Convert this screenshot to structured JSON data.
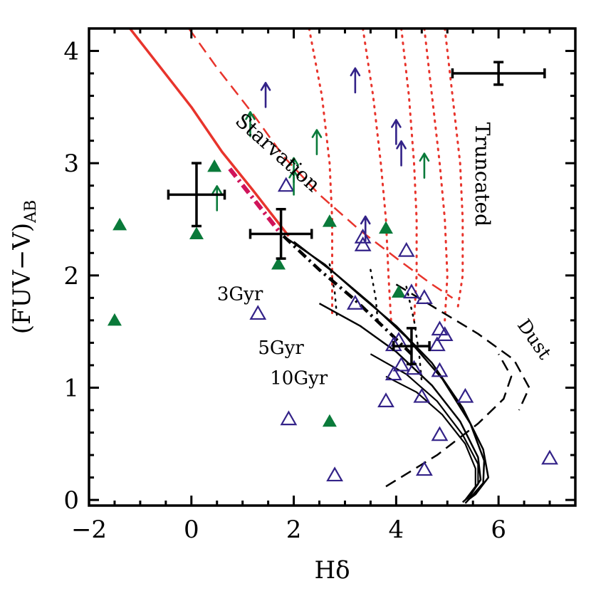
{
  "chart_data": {
    "type": "scatter",
    "xlabel": "Hδ",
    "ylabel_main": "(FUV−V)",
    "ylabel_sub": "AB",
    "xlim": [
      -2,
      7.5
    ],
    "ylim": [
      -0.05,
      4.2
    ],
    "x_ticks": [
      -2,
      0,
      2,
      4,
      6
    ],
    "y_ticks": [
      0,
      1,
      2,
      3,
      4
    ],
    "x_tick_labels": [
      "−2",
      "0",
      "2",
      "4",
      "6"
    ],
    "y_tick_labels": [
      "0",
      "1",
      "2",
      "3",
      "4"
    ],
    "annotations": [
      {
        "text": "Starvation",
        "x": 1.6,
        "y": 3.05,
        "angle": 42,
        "size": "big"
      },
      {
        "text": "Truncated",
        "x": 5.55,
        "y": 2.9,
        "angle": 90,
        "size": "big"
      },
      {
        "text": "Dust",
        "x": 6.6,
        "y": 1.4,
        "angle": 55,
        "size": "small"
      },
      {
        "text": "3Gyr",
        "x": 0.95,
        "y": 1.78,
        "angle": 0,
        "size": "small"
      },
      {
        "text": "5Gyr",
        "x": 1.75,
        "y": 1.3,
        "angle": 0,
        "size": "small"
      },
      {
        "text": "10Gyr",
        "x": 2.1,
        "y": 1.03,
        "angle": 0,
        "size": "small"
      }
    ],
    "colors": {
      "green": "#0a7a3a",
      "blue": "#332288",
      "red": "#e8342c",
      "magenta": "#d0145a",
      "black": "#000000"
    },
    "series": [
      {
        "marker": "filled-triangle",
        "color": "#0a7a3a",
        "points": [
          [
            -1.4,
            2.45
          ],
          [
            -1.5,
            1.6
          ],
          [
            0.1,
            2.37
          ],
          [
            0.45,
            2.97
          ],
          [
            1.7,
            2.1
          ],
          [
            2.7,
            2.48
          ],
          [
            3.8,
            2.42
          ],
          [
            4.05,
            1.85
          ],
          [
            2.7,
            0.7
          ]
        ]
      },
      {
        "marker": "open-triangle",
        "color": "#332288",
        "points": [
          [
            1.3,
            1.66
          ],
          [
            1.85,
            2.8
          ],
          [
            3.35,
            2.34
          ],
          [
            3.35,
            2.27
          ],
          [
            3.2,
            1.75
          ],
          [
            4.2,
            2.22
          ],
          [
            4.3,
            1.85
          ],
          [
            4.55,
            1.8
          ],
          [
            4.85,
            1.52
          ],
          [
            4.95,
            1.47
          ],
          [
            4.05,
            1.42
          ],
          [
            3.95,
            1.38
          ],
          [
            4.8,
            1.38
          ],
          [
            4.1,
            1.2
          ],
          [
            3.95,
            1.12
          ],
          [
            4.35,
            1.17
          ],
          [
            4.85,
            1.15
          ],
          [
            3.8,
            0.88
          ],
          [
            4.5,
            0.92
          ],
          [
            5.35,
            0.92
          ],
          [
            4.85,
            0.58
          ],
          [
            1.9,
            0.72
          ],
          [
            2.8,
            0.22
          ],
          [
            4.55,
            0.27
          ],
          [
            7.0,
            0.37
          ]
        ]
      },
      {
        "marker": "arrow-up",
        "color": "#332288",
        "points": [
          [
            1.45,
            3.5
          ],
          [
            3.2,
            3.63
          ],
          [
            4.0,
            3.17
          ],
          [
            4.1,
            2.98
          ],
          [
            3.4,
            2.31
          ]
        ]
      },
      {
        "marker": "arrow-up",
        "color": "#0a7a3a",
        "points": [
          [
            1.15,
            3.24
          ],
          [
            2.45,
            3.08
          ],
          [
            2.0,
            2.83
          ],
          [
            2.0,
            2.72
          ],
          [
            0.5,
            2.58
          ],
          [
            4.55,
            2.87
          ]
        ]
      },
      {
        "marker": "error-bar",
        "color": "#000000",
        "points": [
          {
            "x": 0.1,
            "y": 2.72,
            "xerr": 0.55,
            "yerr": 0.28
          },
          {
            "x": 1.75,
            "y": 2.37,
            "xerr": 0.6,
            "yerr": 0.22
          },
          {
            "x": 4.3,
            "y": 1.37,
            "xerr": 0.35,
            "yerr": 0.16
          },
          {
            "x": 6.0,
            "y": 3.8,
            "xerr": 0.9,
            "yerr": 0.1
          }
        ]
      }
    ],
    "tracks": [
      {
        "style": "solid",
        "color": "#e8342c",
        "width": 3.5,
        "points": [
          [
            -1.2,
            4.2
          ],
          [
            -0.6,
            3.85
          ],
          [
            0,
            3.5
          ],
          [
            0.6,
            3.1
          ],
          [
            1.2,
            2.76
          ],
          [
            1.9,
            2.35
          ]
        ]
      },
      {
        "style": "dashdot",
        "color": "#d0145a",
        "width": 6,
        "points": [
          [
            0.75,
            2.95
          ],
          [
            1.25,
            2.66
          ],
          [
            1.7,
            2.4
          ]
        ]
      },
      {
        "style": "dashed",
        "color": "#e8342c",
        "width": 2.5,
        "points": [
          [
            -0.05,
            4.2
          ],
          [
            0.5,
            3.85
          ],
          [
            1.2,
            3.44
          ],
          [
            1.8,
            3.06
          ],
          [
            2.5,
            2.72
          ],
          [
            3.3,
            2.4
          ],
          [
            4.1,
            2.12
          ],
          [
            4.7,
            1.92
          ],
          [
            5.1,
            1.8
          ]
        ]
      },
      {
        "style": "dotted",
        "color": "#e8342c",
        "width": 3,
        "points": [
          [
            2.3,
            4.2
          ],
          [
            2.55,
            3.6
          ],
          [
            2.7,
            3.0
          ],
          [
            2.75,
            2.5
          ],
          [
            2.75,
            2.0
          ],
          [
            2.75,
            1.65
          ]
        ]
      },
      {
        "style": "dotted",
        "color": "#e8342c",
        "width": 3,
        "points": [
          [
            3.35,
            4.2
          ],
          [
            3.55,
            3.6
          ],
          [
            3.7,
            3.0
          ],
          [
            3.8,
            2.5
          ],
          [
            3.85,
            2.0
          ],
          [
            3.9,
            1.6
          ]
        ]
      },
      {
        "style": "dotted",
        "color": "#e8342c",
        "width": 3,
        "points": [
          [
            4.1,
            4.2
          ],
          [
            4.25,
            3.6
          ],
          [
            4.35,
            3.0
          ],
          [
            4.4,
            2.5
          ],
          [
            4.4,
            2.0
          ],
          [
            4.35,
            1.6
          ]
        ]
      },
      {
        "style": "dotted",
        "color": "#e8342c",
        "width": 3,
        "points": [
          [
            4.55,
            4.2
          ],
          [
            4.7,
            3.6
          ],
          [
            4.85,
            3.0
          ],
          [
            4.95,
            2.5
          ],
          [
            5.0,
            2.0
          ],
          [
            4.95,
            1.6
          ]
        ]
      },
      {
        "style": "dotted",
        "color": "#e8342c",
        "width": 3,
        "points": [
          [
            4.95,
            4.2
          ],
          [
            5.1,
            3.6
          ],
          [
            5.25,
            3.0
          ],
          [
            5.3,
            2.5
          ],
          [
            5.3,
            2.0
          ],
          [
            5.2,
            1.7
          ]
        ]
      },
      {
        "style": "solid",
        "color": "#000000",
        "width": 2.5,
        "points": [
          [
            1.8,
            2.35
          ],
          [
            2.6,
            2.1
          ],
          [
            3.3,
            1.82
          ],
          [
            4.0,
            1.55
          ],
          [
            4.7,
            1.22
          ],
          [
            5.3,
            0.82
          ],
          [
            5.7,
            0.45
          ],
          [
            5.8,
            0.2
          ],
          [
            5.55,
            0.05
          ],
          [
            5.4,
            0.0
          ]
        ]
      },
      {
        "style": "solid",
        "color": "#000000",
        "width": 2.5,
        "points": [
          [
            2.0,
            2.3
          ],
          [
            2.8,
            2.02
          ],
          [
            3.5,
            1.75
          ],
          [
            4.2,
            1.45
          ],
          [
            4.9,
            1.08
          ],
          [
            5.45,
            0.68
          ],
          [
            5.72,
            0.35
          ],
          [
            5.7,
            0.15
          ],
          [
            5.45,
            0.02
          ],
          [
            5.35,
            -0.03
          ]
        ]
      },
      {
        "style": "solid",
        "color": "#000000",
        "width": 2.5,
        "points": [
          [
            2.5,
            1.75
          ],
          [
            3.3,
            1.55
          ],
          [
            4.0,
            1.32
          ],
          [
            4.7,
            1.02
          ],
          [
            5.25,
            0.7
          ],
          [
            5.6,
            0.38
          ],
          [
            5.65,
            0.18
          ],
          [
            5.45,
            0.04
          ],
          [
            5.3,
            -0.02
          ]
        ]
      },
      {
        "style": "solid",
        "color": "#000000",
        "width": 2.2,
        "points": [
          [
            3.5,
            1.3
          ],
          [
            4.2,
            1.12
          ],
          [
            4.8,
            0.88
          ],
          [
            5.3,
            0.58
          ],
          [
            5.6,
            0.32
          ],
          [
            5.6,
            0.14
          ],
          [
            5.4,
            0.02
          ]
        ]
      },
      {
        "style": "solid",
        "color": "#000000",
        "width": 2.2,
        "points": [
          [
            3.8,
            1.1
          ],
          [
            4.4,
            0.96
          ],
          [
            4.9,
            0.76
          ],
          [
            5.35,
            0.5
          ],
          [
            5.55,
            0.28
          ],
          [
            5.55,
            0.12
          ],
          [
            5.35,
            0.0
          ]
        ]
      },
      {
        "style": "dashdot",
        "color": "#000000",
        "width": 4.5,
        "points": [
          [
            1.8,
            2.35
          ],
          [
            2.5,
            2.05
          ],
          [
            3.2,
            1.78
          ],
          [
            3.8,
            1.52
          ],
          [
            4.3,
            1.3
          ]
        ]
      },
      {
        "style": "dotted",
        "color": "#000000",
        "width": 2.5,
        "points": [
          [
            2.7,
            2.1
          ],
          [
            2.8,
            1.85
          ],
          [
            2.85,
            1.6
          ]
        ]
      },
      {
        "style": "dotted",
        "color": "#000000",
        "width": 2.5,
        "points": [
          [
            3.5,
            2.05
          ],
          [
            3.6,
            1.8
          ],
          [
            3.65,
            1.55
          ]
        ]
      },
      {
        "style": "dotted",
        "color": "#000000",
        "width": 2.5,
        "points": [
          [
            4.2,
            1.9
          ],
          [
            4.35,
            1.6
          ],
          [
            4.45,
            1.3
          ],
          [
            4.5,
            1.05
          ]
        ]
      },
      {
        "style": "dashed",
        "color": "#000000",
        "width": 2.5,
        "points": [
          [
            4.0,
            1.92
          ],
          [
            4.8,
            1.7
          ],
          [
            5.6,
            1.48
          ],
          [
            6.3,
            1.25
          ],
          [
            6.6,
            1.0
          ],
          [
            6.4,
            0.8
          ]
        ]
      },
      {
        "style": "dashed",
        "color": "#000000",
        "width": 2.5,
        "points": [
          [
            3.8,
            0.12
          ],
          [
            4.8,
            0.4
          ],
          [
            5.6,
            0.68
          ],
          [
            6.1,
            0.9
          ],
          [
            6.25,
            1.1
          ],
          [
            6.0,
            1.3
          ]
        ]
      }
    ]
  }
}
